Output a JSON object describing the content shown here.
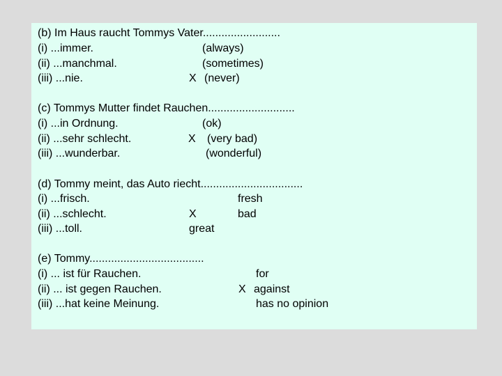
{
  "questions": [
    {
      "id": "b",
      "prompt": "(b) Im Haus raucht Tommys Vater.........................",
      "options": [
        {
          "label": "(i) ...immer.",
          "mark": "",
          "translation": "(always)"
        },
        {
          "label": "(ii) ...manchmal.",
          "mark": "",
          "translation": "(sometimes)"
        },
        {
          "label": "(iii) ...nie.",
          "mark": "X",
          "translation": "(never)"
        }
      ]
    },
    {
      "id": "c",
      "prompt": "(c) Tommys Mutter findet Rauchen............................",
      "options": [
        {
          "label": "(i) ...in Ordnung.",
          "mark": "",
          "translation": "(ok)"
        },
        {
          "label": "(ii) ...sehr schlecht.",
          "mark": "X",
          "translation": "(very bad)"
        },
        {
          "label": "(iii) ...wunderbar.",
          "mark": "",
          "translation": "(wonderful)"
        }
      ]
    },
    {
      "id": "d",
      "prompt": "(d) Tommy meint, das Auto riecht.................................",
      "options": [
        {
          "label": "(i) ...frisch.",
          "mark": "",
          "translation": "fresh"
        },
        {
          "label": "(ii) ...schlecht.",
          "mark": "X",
          "translation": "bad"
        },
        {
          "label": "(iii) ...toll.",
          "mark": "",
          "translation": "great"
        }
      ]
    },
    {
      "id": "e",
      "prompt": "(e) Tommy.....................................",
      "options": [
        {
          "label": "(i) ... ist für Rauchen.",
          "mark": "",
          "translation": "for"
        },
        {
          "label": "(ii) ... ist gegen Rauchen.",
          "mark": "X",
          "translation": "against"
        },
        {
          "label": "(iii) ...hat keine Meinung.",
          "mark": "",
          "translation": "has no opinion"
        }
      ]
    }
  ],
  "colors": {
    "page_background": "#dcdcdc",
    "box_background": "#e0fff4",
    "text": "#000000"
  }
}
